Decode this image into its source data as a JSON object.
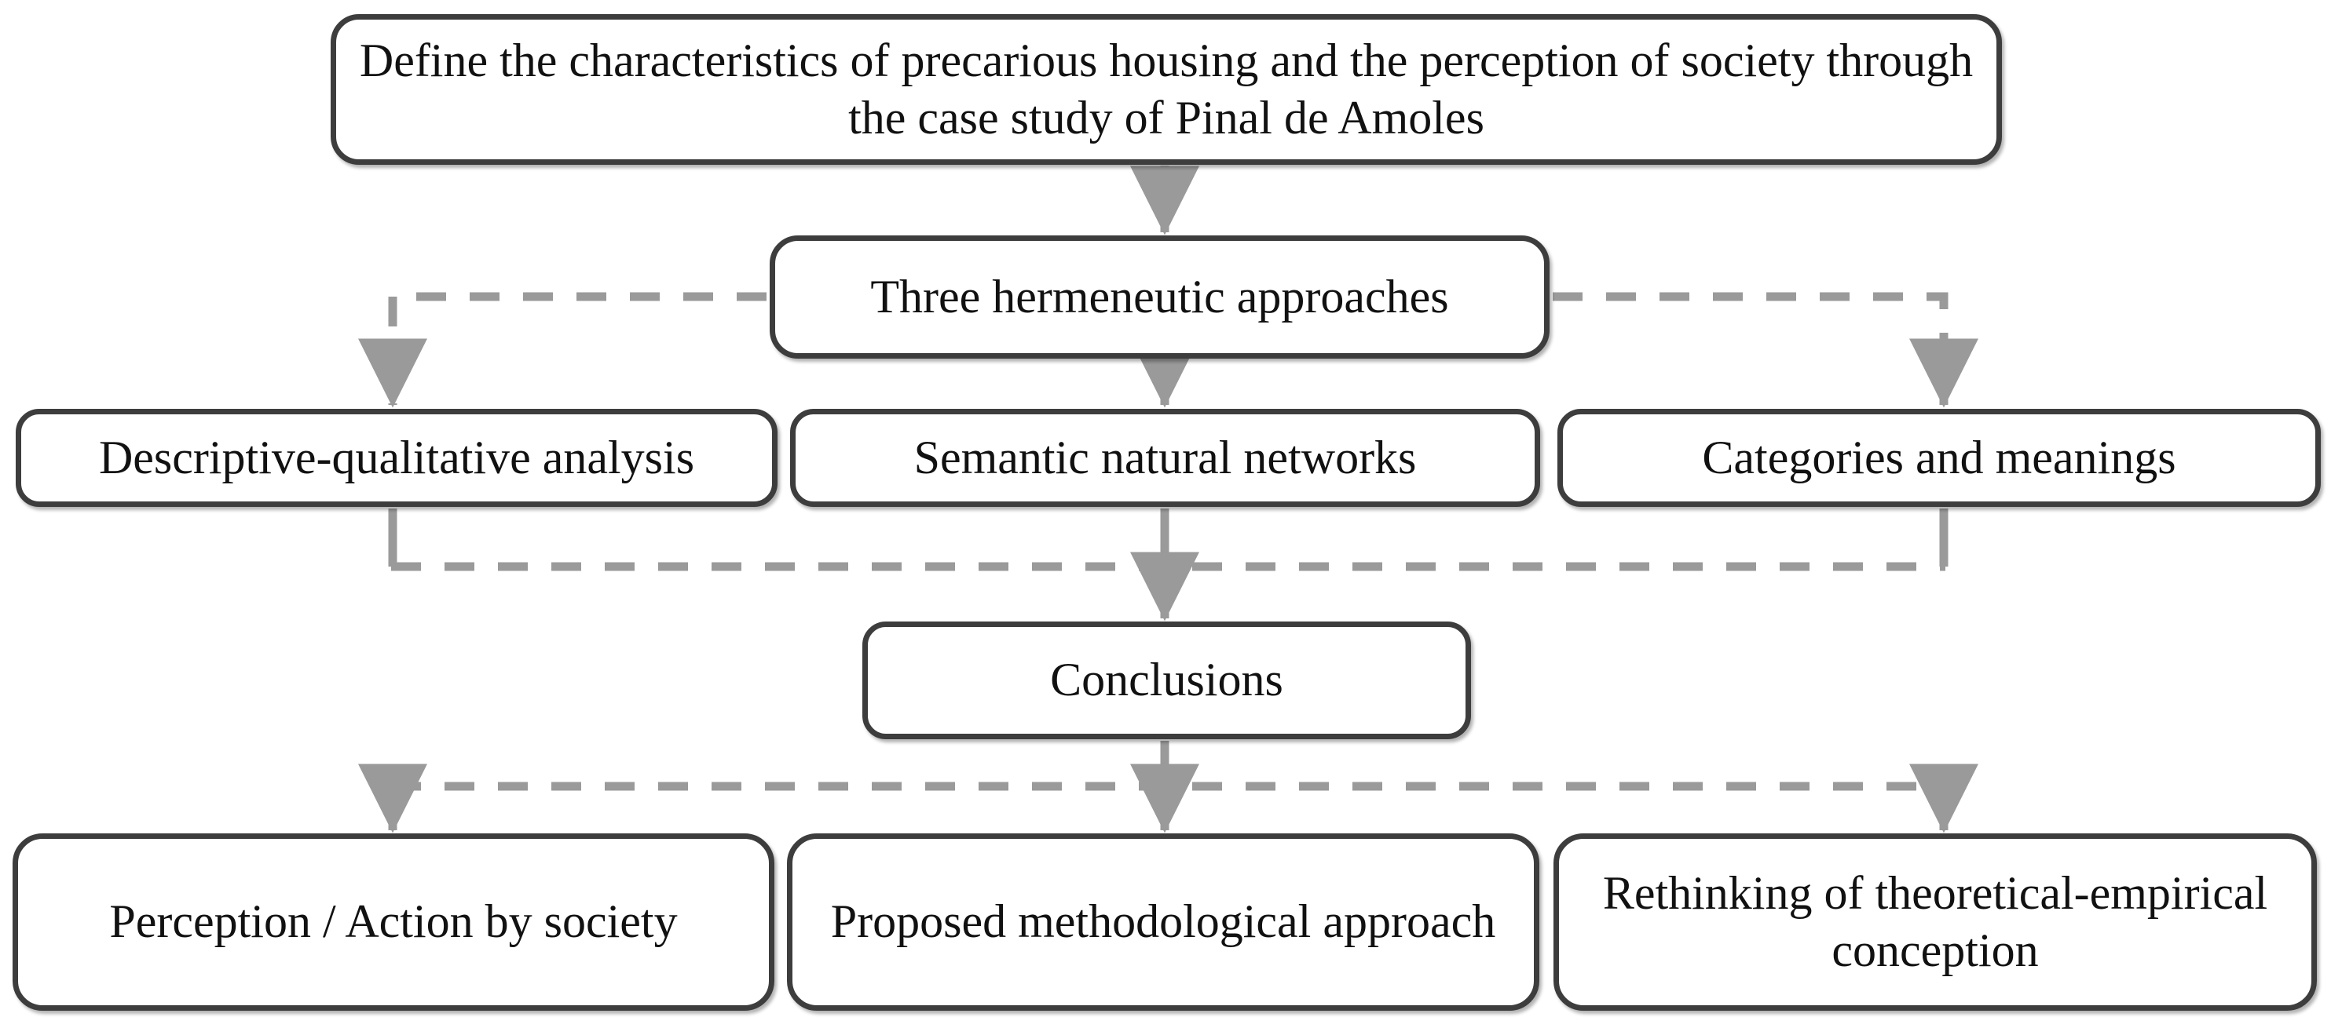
{
  "diagram": {
    "title": "Research methodology flowchart",
    "style": {
      "box_border_color": "#3d3d3d",
      "box_fill_color": "#ffffff",
      "connector_color": "#9a9a9a",
      "text_color": "#111111"
    },
    "nodes": {
      "objective": "Define the characteristics of precarious housing and the perception of society through the case study of Pinal de Amoles",
      "approaches": "Three hermeneutic approaches",
      "descriptive": "Descriptive-qualitative analysis",
      "semantic": "Semantic natural networks",
      "categories": "Categories and meanings",
      "conclusions": "Conclusions",
      "perception": "Perception / Action by society",
      "methodological": "Proposed methodological approach",
      "rethinking": "Rethinking of theoretical-empirical conception"
    },
    "edges": [
      {
        "from": "objective",
        "to": "approaches",
        "style": "solid-arrow"
      },
      {
        "from": "approaches",
        "to": "descriptive",
        "style": "dashed-arrow"
      },
      {
        "from": "approaches",
        "to": "semantic",
        "style": "solid-arrow"
      },
      {
        "from": "approaches",
        "to": "categories",
        "style": "dashed-arrow"
      },
      {
        "from": "descriptive",
        "to": "conclusions",
        "style": "dashed-arrow"
      },
      {
        "from": "semantic",
        "to": "conclusions",
        "style": "solid-arrow"
      },
      {
        "from": "categories",
        "to": "conclusions",
        "style": "dashed-arrow"
      },
      {
        "from": "conclusions",
        "to": "perception",
        "style": "dashed-arrow"
      },
      {
        "from": "conclusions",
        "to": "methodological",
        "style": "solid-arrow"
      },
      {
        "from": "conclusions",
        "to": "rethinking",
        "style": "dashed-arrow"
      }
    ]
  }
}
